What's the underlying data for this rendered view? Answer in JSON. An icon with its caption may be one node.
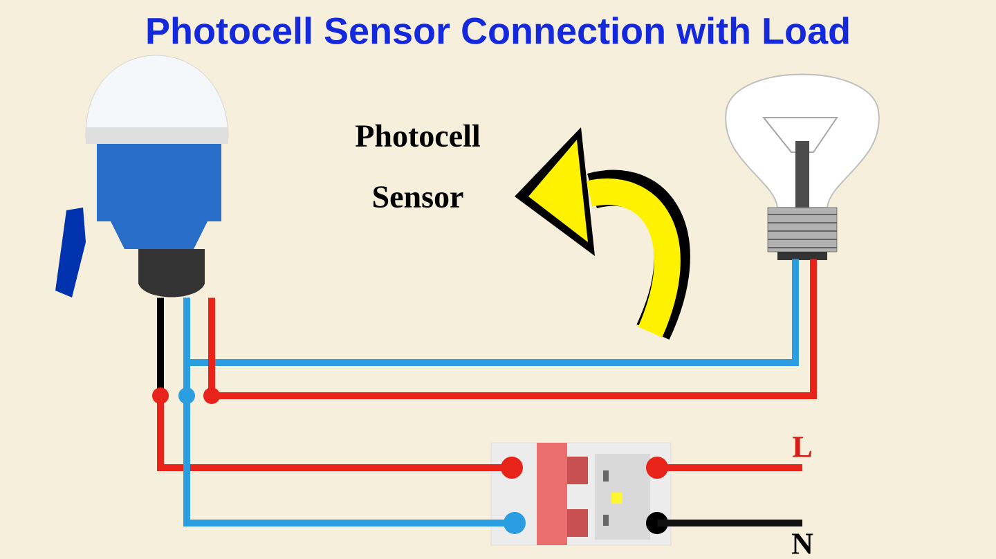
{
  "diagram": {
    "title": "Photocell Sensor Connection with Load",
    "nodes": [
      {
        "text": [],
        "shape": "picture"
      },
      {
        "text": [],
        "shape": "picture"
      },
      {
        "text": [],
        "shape": "picture"
      },
      {
        "text": [
          "L"
        ]
      },
      {
        "text": [
          "N"
        ]
      }
    ],
    "edges": [
      {
        "from": 0,
        "to": 1,
        "arrow": "none",
        "color": "#2a9ee0"
      },
      {
        "from": 0,
        "to": 1,
        "arrow": "none",
        "color": "#e8231a"
      },
      {
        "from": 0,
        "to": 2,
        "arrow": "none",
        "color": "#e8231a"
      },
      {
        "from": 0,
        "to": 2,
        "arrow": "none",
        "color": "#2a9ee0"
      },
      {
        "from": 2,
        "to": 3,
        "arrow": "none",
        "color": "#e8231a"
      },
      {
        "from": 2,
        "to": 4,
        "arrow": "none",
        "color": "#111111"
      }
    ],
    "labels": [
      "Photocell Sensor"
    ]
  }
}
